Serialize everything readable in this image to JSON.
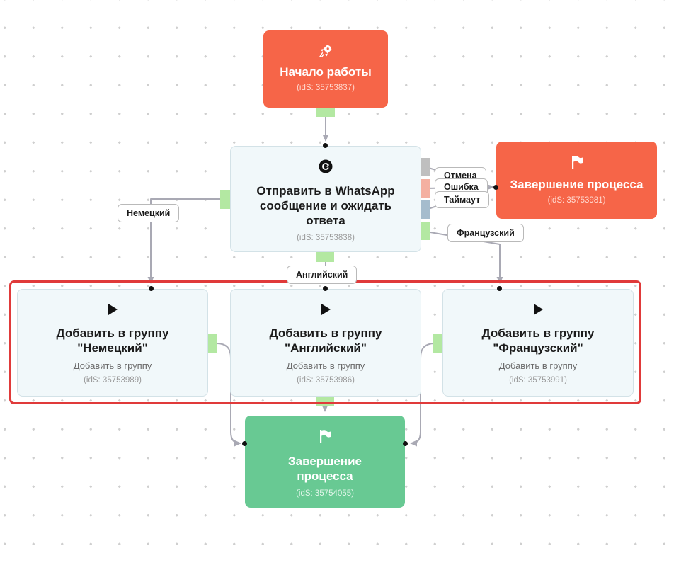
{
  "nodes": {
    "start": {
      "title": "Начало работы",
      "ids": "(idS: 35753837)",
      "icon": "rocket-icon"
    },
    "whatsapp": {
      "title": "Отправить в WhatsApp сообщение и ожидать ответа",
      "ids": "(idS: 35753838)",
      "icon": "whatsapp-icon"
    },
    "end_red": {
      "title": "Завершение процесса",
      "ids": "(idS: 35753981)",
      "icon": "flag-icon"
    },
    "group_de": {
      "title": "Добавить в группу \"Немецкий\"",
      "subtitle": "Добавить в группу",
      "ids": "(idS: 35753989)",
      "icon": "play-icon"
    },
    "group_en": {
      "title": "Добавить в группу \"Английский\"",
      "subtitle": "Добавить в группу",
      "ids": "(idS: 35753986)",
      "icon": "play-icon"
    },
    "group_fr": {
      "title": "Добавить в группу \"Французский\"",
      "subtitle": "Добавить в группу",
      "ids": "(idS: 35753991)",
      "icon": "play-icon"
    },
    "end_green": {
      "title": "Завершение процесса",
      "ids": "(idS: 35754055)",
      "icon": "flag-icon"
    }
  },
  "edge_labels": {
    "german": "Немецкий",
    "english": "Английский",
    "french": "Французский",
    "cancel": "Отмена",
    "error": "Ошибка",
    "timeout": "Таймаут"
  },
  "colors": {
    "start_node": "#f66548",
    "end_node_error": "#f66548",
    "end_node_success": "#68c993",
    "action_node": "#f1f8fa",
    "port_success": "#b3e8a2",
    "port_cancel": "#bfbfbf",
    "port_error": "#f4b0a1",
    "port_timeout": "#a5bccd",
    "wire": "#a9a9b4",
    "highlight": "#e03a3a"
  }
}
